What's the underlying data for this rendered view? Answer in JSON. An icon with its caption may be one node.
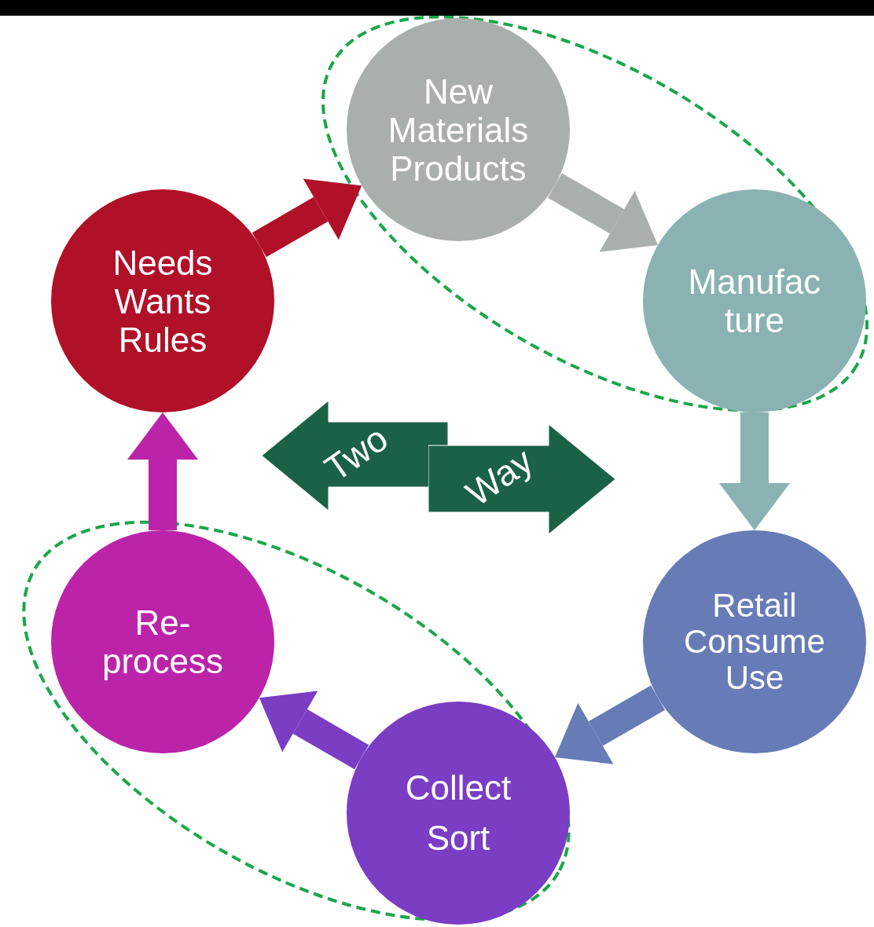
{
  "diagram": {
    "nodes": [
      {
        "text": [
          "Needs Wants Rules"
        ]
      },
      {
        "text": [
          "New Materials Products"
        ]
      },
      {
        "text": [
          "Manufac ture"
        ]
      },
      {
        "text": [
          "Retail Consume Use"
        ]
      },
      {
        "text": [
          "Collect Sort"
        ]
      },
      {
        "text": [
          "Re- process"
        ]
      },
      {
        "text": [
          "Two"
        ]
      },
      {
        "text": [
          "Way"
        ]
      },
      {
        "text": [],
        "shape": "bar"
      }
    ],
    "edges": [
      {
        "from": 0,
        "to": 1,
        "arrow": "to",
        "color": "#b01028"
      },
      {
        "from": 1,
        "to": 2,
        "arrow": "to",
        "color": "#a9b0ab"
      },
      {
        "from": 2,
        "to": 3,
        "arrow": "to",
        "color": "#8ab2b2"
      },
      {
        "from": 3,
        "to": 4,
        "arrow": "to",
        "color": "#677bb7"
      },
      {
        "from": 4,
        "to": 5,
        "arrow": "to",
        "color": "#7a3dc4"
      },
      {
        "from": 5,
        "to": 0,
        "arrow": "to",
        "color": "#bb24a9"
      }
    ]
  }
}
